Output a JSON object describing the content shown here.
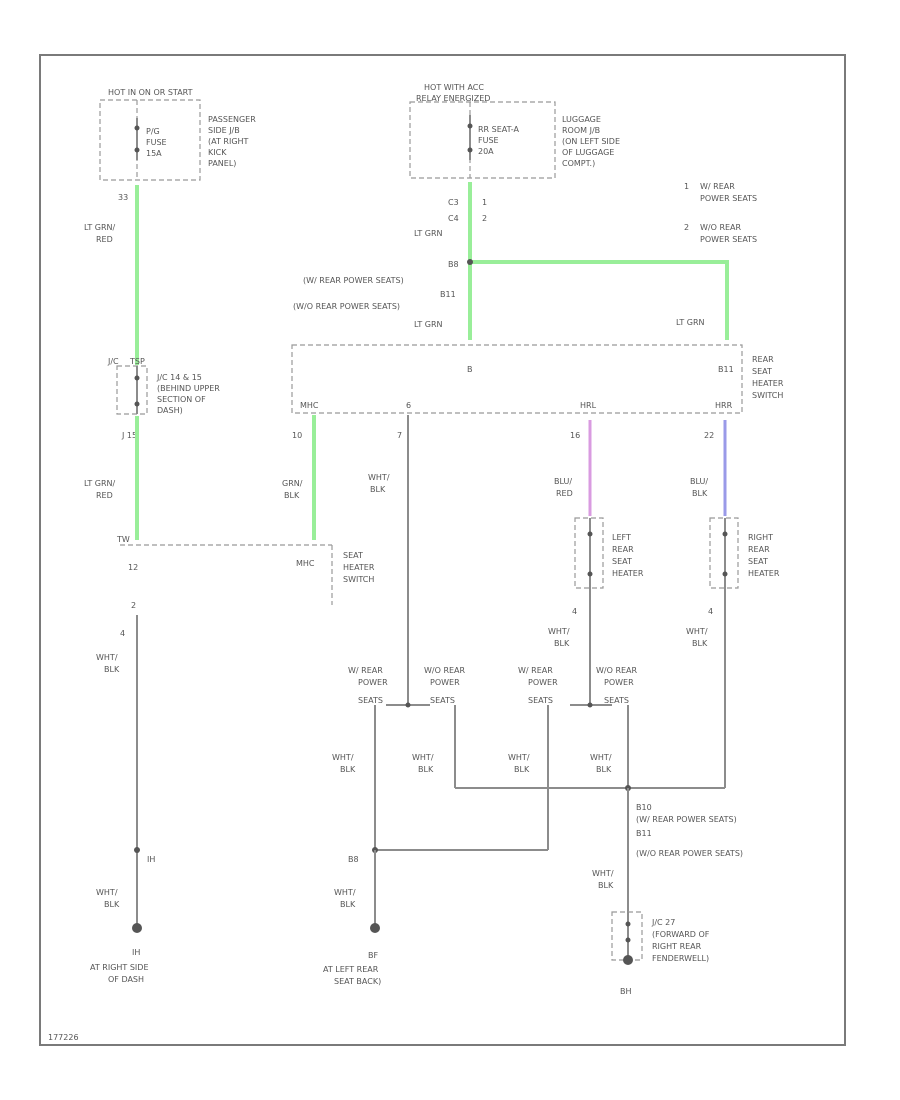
{
  "colors": {
    "lt_grn_red": "#99ee99",
    "vio": "#d99be0",
    "blu": "#9a9ae8",
    "wire": "#8c8c8c",
    "text": "#555555"
  },
  "fuse_left": {
    "header": "HOT IN ON OR START",
    "fuse_l1": "P/G",
    "fuse_l2": "FUSE",
    "fuse_l3": "15A",
    "loc_l1": "PASSENGER",
    "loc_l2": "SIDE J/B",
    "loc_l3": "(AT RIGHT",
    "loc_l4": "KICK",
    "loc_l5": "PANEL)",
    "pin": "33"
  },
  "fuse_right": {
    "header_l1": "HOT WITH ACC",
    "header_l2": "RELAY ENERGIZED",
    "fuse_l1": "RR SEAT-A",
    "fuse_l2": "FUSE",
    "fuse_l3": "20A",
    "loc_l1": "LUGGAGE",
    "loc_l2": "ROOM J/B",
    "loc_l3": "(ON LEFT SIDE",
    "loc_l4": "OF LUGGAGE",
    "loc_l5": "COMPT.)",
    "conn1": "C3",
    "conn2": "C4",
    "num1": "1",
    "num2": "2"
  },
  "legend": {
    "n1": "1",
    "l1a": "W/ REAR",
    "l1b": "POWER SEATS",
    "n2": "2",
    "l2a": "W/O REAR",
    "l2b": "POWER SEATS"
  },
  "wire_labels": {
    "left_top_a": "LT GRN/",
    "left_top_b": "RED",
    "right_top": "LT GRN",
    "splice": "B8",
    "splice_l1": "(W/ REAR POWER SEATS)",
    "splice_b11": "B11",
    "splice_l2": "(W/O REAR POWER SEATS)",
    "mid_ltgrn": "LT GRN",
    "right_ltgrn": "LT GRN",
    "left_mid_a": "LT GRN/",
    "left_mid_b": "RED",
    "grn_a": "GRN/",
    "grn_b": "BLK",
    "wht_a": "WHT/",
    "wht_b": "BLK",
    "blu_red_a": "BLU/",
    "blu_red_b": "RED",
    "blu_blk_a": "BLU/",
    "blu_blk_b": "BLK",
    "l_low_a": "WHT/",
    "l_low_b": "BLK"
  },
  "junction": {
    "conn": "J/C",
    "id": "TSP",
    "l1": "J/C 14 & 15",
    "l2": "(BEHIND UPPER",
    "l3": "SECTION OF",
    "l4": "DASH)",
    "pin": "J 15",
    "pin_a": "4"
  },
  "rear_switch": {
    "b_label": "B",
    "b11": "B11",
    "l1": "REAR",
    "l2": "SEAT",
    "l3": "HEATER",
    "l4": "SWITCH",
    "mhc": "MHC",
    "p10": "10",
    "p7": "7",
    "p6": "6",
    "hrl": "HRL",
    "p16": "16",
    "hrr": "HRR",
    "p22": "22"
  },
  "seat_switch": {
    "tag": "TW",
    "mhc": "MHC",
    "l1": "SEAT",
    "l2": "HEATER",
    "l3": "SWITCH",
    "p12": "12",
    "p2": "2",
    "p4": "4"
  },
  "left_heater": {
    "l1": "LEFT",
    "l2": "REAR",
    "l3": "SEAT",
    "l4": "HEATER",
    "pin": "4"
  },
  "right_heater": {
    "l1": "RIGHT",
    "l2": "REAR",
    "l3": "SEAT",
    "l4": "HEATER",
    "pin": "4"
  },
  "options": {
    "w_a": "W/ REAR",
    "w_b": "POWER",
    "w_c": "SEATS",
    "wo_a": "W/O REAR",
    "wo_b": "POWER",
    "wo_c": "SEATS"
  },
  "grounds": {
    "ih_pin": "IH",
    "ih_label": "IH",
    "ih_l1": "AT RIGHT SIDE",
    "ih_l2": "OF DASH",
    "b8_pin": "B8",
    "bf_label": "BF",
    "bf_l1": "AT LEFT REAR",
    "bf_l2": "SEAT BACK)",
    "b10": "B10",
    "b10_l": "(W/ REAR POWER SEATS)",
    "b11": "B11",
    "b11_l": "(W/O REAR POWER SEATS)",
    "jc_l1": "J/C 27",
    "jc_l2": "(FORWARD OF",
    "jc_l3": "RIGHT REAR",
    "jc_l4": "FENDERWELL)",
    "bh": "BH"
  },
  "footer": {
    "code": "177226"
  }
}
